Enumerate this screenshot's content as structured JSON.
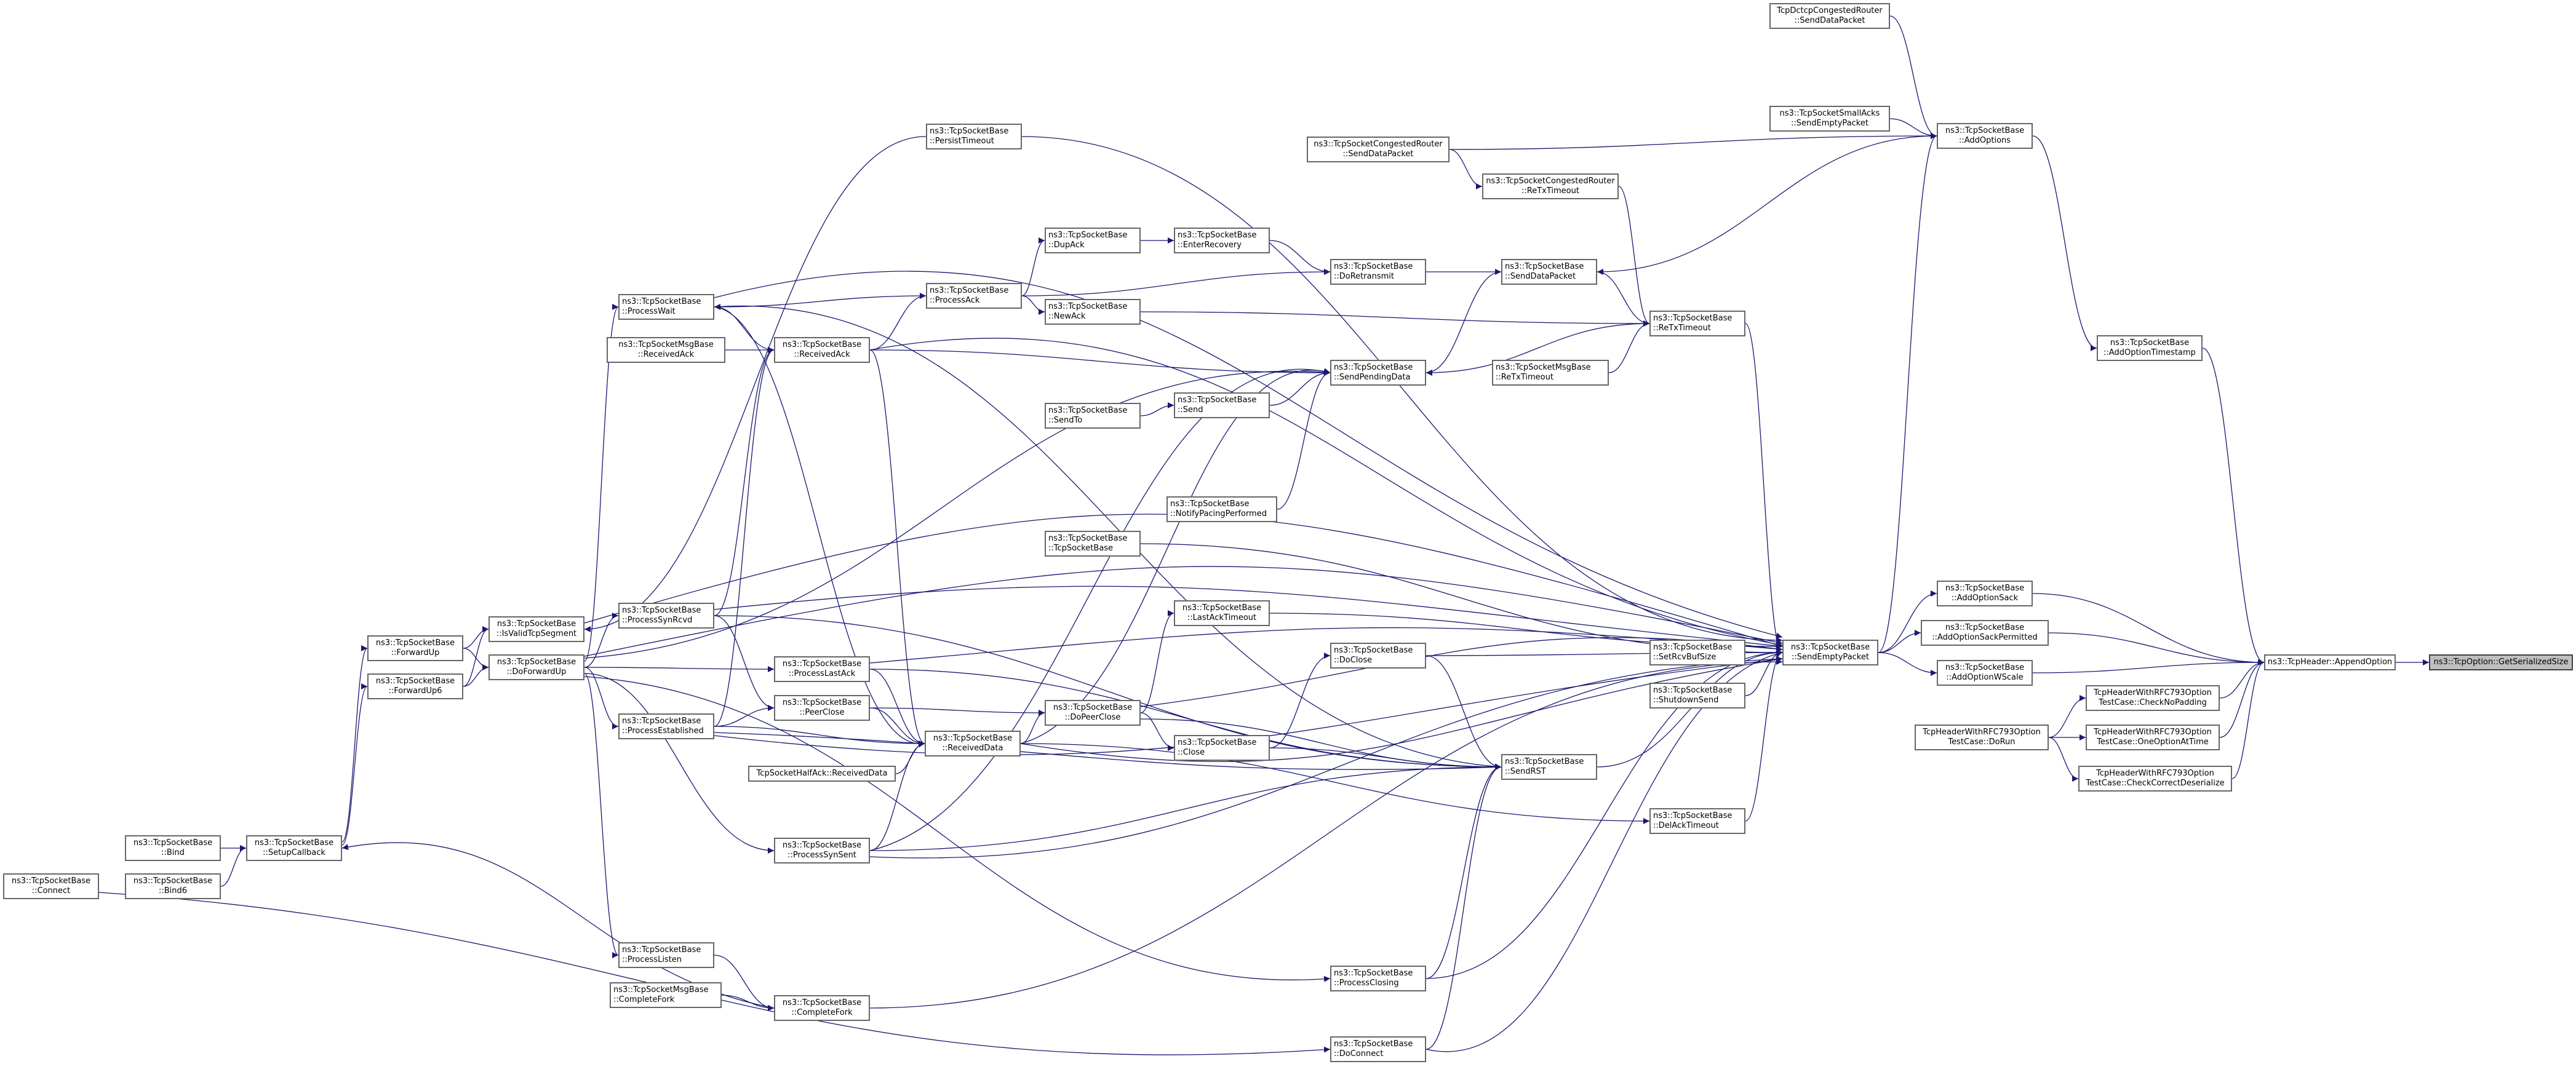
{
  "colors": {
    "edge": "#191970",
    "node_border": "#666666",
    "focus_fill": "#bfbfbf"
  },
  "nodes": {
    "connect": [
      "ns3::TcpSocketBase",
      "::Connect"
    ],
    "bind": [
      "ns3::TcpSocketBase",
      "::Bind"
    ],
    "bind6": [
      "ns3::TcpSocketBase",
      "::Bind6"
    ],
    "setupCallback": [
      "ns3::TcpSocketBase",
      "::SetupCallback"
    ],
    "forwardUp": [
      "ns3::TcpSocketBase",
      "::ForwardUp"
    ],
    "forwardUp6": [
      "ns3::TcpSocketBase",
      "::ForwardUp6"
    ],
    "isValid": [
      "ns3::TcpSocketBase",
      "::IsValidTcpSegment"
    ],
    "doForwardUp": [
      "ns3::TcpSocketBase",
      "::DoForwardUp"
    ],
    "processWait": [
      "ns3::TcpSocketBase",
      "::ProcessWait"
    ],
    "msgRecvAck": [
      "ns3::TcpSocketMsgBase",
      "::ReceivedAck"
    ],
    "processSynRcvd": [
      "ns3::TcpSocketBase",
      "::ProcessSynRcvd"
    ],
    "processEst": [
      "ns3::TcpSocketBase",
      "::ProcessEstablished"
    ],
    "processListen": [
      "ns3::TcpSocketBase",
      "::ProcessListen"
    ],
    "msgCompleteFork": [
      "ns3::TcpSocketMsgBase",
      "::CompleteFork"
    ],
    "receivedAck": [
      "ns3::TcpSocketBase",
      "::ReceivedAck"
    ],
    "processLastAck": [
      "ns3::TcpSocketBase",
      "::ProcessLastAck"
    ],
    "peerClose": [
      "ns3::TcpSocketBase",
      "::PeerClose"
    ],
    "receivedData": [
      "ns3::TcpSocketBase",
      "::ReceivedData"
    ],
    "halfAck": [
      "TcpSocketHalfAck::ReceivedData"
    ],
    "processSynSent": [
      "ns3::TcpSocketBase",
      "::ProcessSynSent"
    ],
    "completeFork": [
      "ns3::TcpSocketBase",
      "::CompleteFork"
    ],
    "persistTimeout": [
      "ns3::TcpSocketBase",
      "::PersistTimeout"
    ],
    "processAck": [
      "ns3::TcpSocketBase",
      "::ProcessAck"
    ],
    "dupAck": [
      "ns3::TcpSocketBase",
      "::DupAck"
    ],
    "newAck": [
      "ns3::TcpSocketBase",
      "::NewAck"
    ],
    "sendTo": [
      "ns3::TcpSocketBase",
      "::SendTo"
    ],
    "tcpSocketBase": [
      "ns3::TcpSocketBase",
      "::TcpSocketBase"
    ],
    "doPeerClose": [
      "ns3::TcpSocketBase",
      "::DoPeerClose"
    ],
    "enterRecovery": [
      "ns3::TcpSocketBase",
      "::EnterRecovery"
    ],
    "send": [
      "ns3::TcpSocketBase",
      "::Send"
    ],
    "notifyPacing": [
      "ns3::TcpSocketBase",
      "::NotifyPacingPerformed"
    ],
    "lastAckTimeout": [
      "ns3::TcpSocketBase",
      "::LastAckTimeout"
    ],
    "close": [
      "ns3::TcpSocketBase",
      "::Close"
    ],
    "congSendData": [
      "ns3::TcpSocketCongestedRouter",
      "::SendDataPacket"
    ],
    "doRetransmit": [
      "ns3::TcpSocketBase",
      "::DoRetransmit"
    ],
    "sendPendingData": [
      "ns3::TcpSocketBase",
      "::SendPendingData"
    ],
    "doClose": [
      "ns3::TcpSocketBase",
      "::DoClose"
    ],
    "processClosing": [
      "ns3::TcpSocketBase",
      "::ProcessClosing"
    ],
    "doConnect": [
      "ns3::TcpSocketBase",
      "::DoConnect"
    ],
    "congReTx": [
      "ns3::TcpSocketCongestedRouter",
      "::ReTxTimeout"
    ],
    "sendDataPacket": [
      "ns3::TcpSocketBase",
      "::SendDataPacket"
    ],
    "sendRST": [
      "ns3::TcpSocketBase",
      "::SendRST"
    ],
    "reTxTimeout": [
      "ns3::TcpSocketBase",
      "::ReTxTimeout"
    ],
    "msgReTx": [
      "ns3::TcpSocketMsgBase",
      "::ReTxTimeout"
    ],
    "setRcvBuf": [
      "ns3::TcpSocketBase",
      "::SetRcvBufSize"
    ],
    "shutdownSend": [
      "ns3::TcpSocketBase",
      "::ShutdownSend"
    ],
    "delAckTimeout": [
      "ns3::TcpSocketBase",
      "::DelAckTimeout"
    ],
    "sendEmptyPacket": [
      "ns3::TcpSocketBase",
      "::SendEmptyPacket"
    ],
    "dctcp": [
      "TcpDctcpCongestedRouter",
      "::SendDataPacket"
    ],
    "smallAcks": [
      "ns3::TcpSocketSmallAcks",
      "::SendEmptyPacket"
    ],
    "addOptions": [
      "ns3::TcpSocketBase",
      "::AddOptions"
    ],
    "addOptionTs": [
      "ns3::TcpSocketBase",
      "::AddOptionTimestamp"
    ],
    "addOptionSack": [
      "ns3::TcpSocketBase",
      "::AddOptionSack"
    ],
    "addOptionSackPerm": [
      "ns3::TcpSocketBase",
      "::AddOptionSackPermitted"
    ],
    "addOptionWScale": [
      "ns3::TcpSocketBase",
      "::AddOptionWScale"
    ],
    "doRun": [
      "TcpHeaderWithRFC793Option",
      "TestCase::DoRun"
    ],
    "checkNoPadding": [
      "TcpHeaderWithRFC793Option",
      "TestCase::CheckNoPadding"
    ],
    "oneOption": [
      "TcpHeaderWithRFC793Option",
      "TestCase::OneOptionAtTime"
    ],
    "checkDeser": [
      "TcpHeaderWithRFC793Option",
      "TestCase::CheckCorrectDeserialize"
    ],
    "appendOption": [
      "ns3::TcpHeader::AppendOption"
    ],
    "getSerialized": [
      "ns3::TcpOption::GetSerializedSize"
    ]
  }
}
